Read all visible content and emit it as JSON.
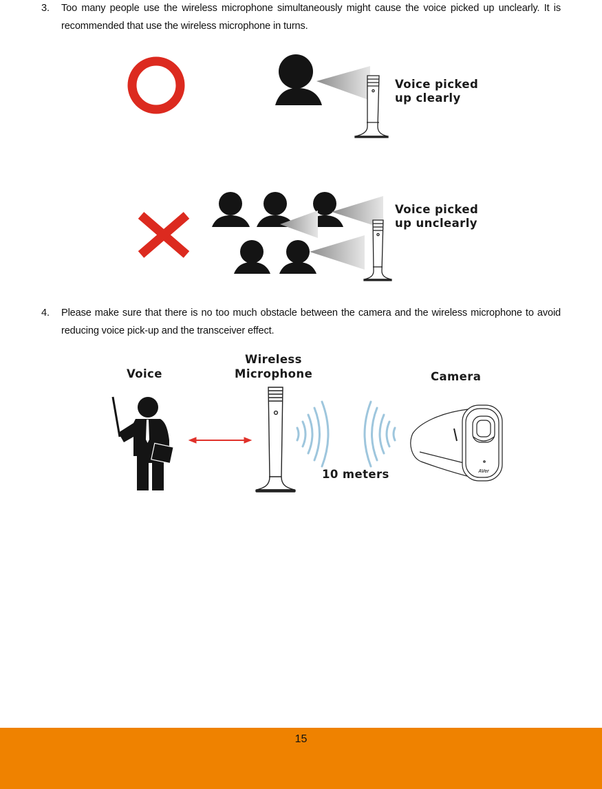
{
  "items": [
    {
      "number": "3.",
      "text": "Too many people use the wireless microphone simultaneously might cause the voice picked up unclearly. It is recommended that use the wireless microphone in turns."
    },
    {
      "number": "4.",
      "text": "Please make sure that there is no too much obstacle between the camera and the wireless microphone to avoid reducing voice pick-up and the transceiver effect."
    }
  ],
  "figure_correct": {
    "icon": "circle-correct-icon",
    "label_line1": "Voice picked",
    "label_line2": "up clearly",
    "color": "#dc2a1f"
  },
  "figure_incorrect": {
    "icon": "cross-incorrect-icon",
    "label_line1": "Voice picked",
    "label_line2": "up unclearly",
    "color": "#dc2a1f"
  },
  "figure_distance": {
    "voice_label": "Voice",
    "mic_label_line1": "Wireless",
    "mic_label_line2": "Microphone",
    "camera_label": "Camera",
    "distance_label": "10 meters",
    "arrow_color": "#e0312a",
    "wave_color": "#9ec6dd",
    "camera_brand": "AVer"
  },
  "footer": {
    "page_number": "15",
    "color": "#ef8200"
  }
}
